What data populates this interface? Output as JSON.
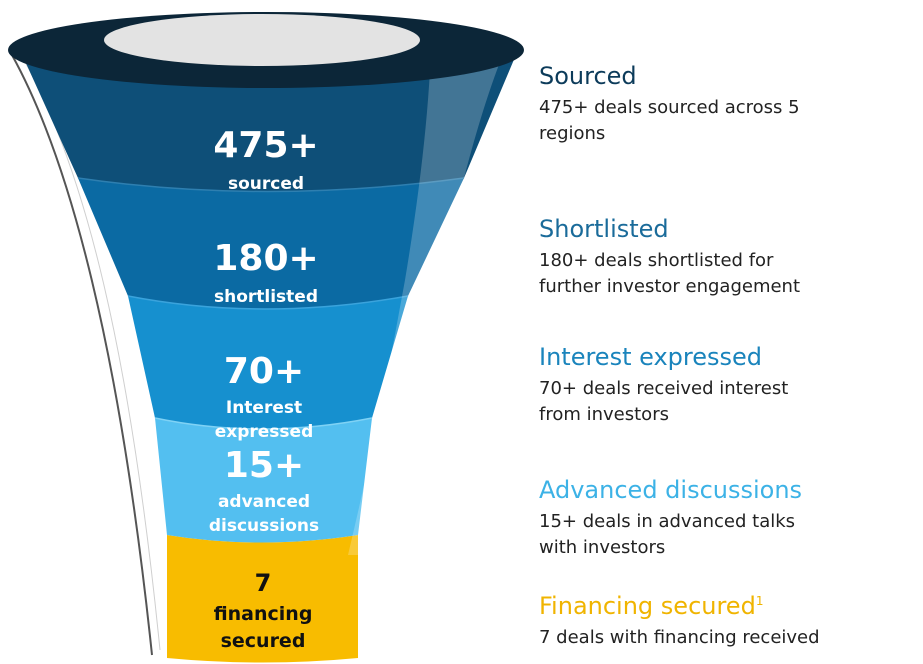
{
  "colors": {
    "rim": "#0c2638",
    "stage1": "#0e4f78",
    "stage2": "#0b6aa3",
    "stage3": "#1690cf",
    "stage4": "#53bff0",
    "stage5": "#f8bc00",
    "title2": "#1a6b9a",
    "title3": "#1a84bc",
    "title4": "#3cb2e6",
    "title5": "#f0b400"
  },
  "funnel": {
    "stages": [
      {
        "value": "475+",
        "label1": "sourced",
        "label2": ""
      },
      {
        "value": "180+",
        "label1": "shortlisted",
        "label2": ""
      },
      {
        "value": "70+",
        "label1": "Interest",
        "label2": "expressed"
      },
      {
        "value": "15+",
        "label1": "advanced",
        "label2": "discussions"
      },
      {
        "value": "7",
        "label1": "financing",
        "label2": "secured"
      }
    ]
  },
  "descriptions": [
    {
      "title": "Sourced",
      "line1": "475+ deals sourced across 5",
      "line2": "regions"
    },
    {
      "title": "Shortlisted",
      "line1": "180+ deals shortlisted for",
      "line2": "further investor engagement"
    },
    {
      "title": "Interest expressed",
      "line1": "70+ deals received interest",
      "line2": "from investors"
    },
    {
      "title": "Advanced discussions",
      "line1": "15+ deals in advanced talks",
      "line2": "with investors"
    },
    {
      "title": "Financing secured",
      "footnote": "1",
      "line1": "7 deals with financing received",
      "line2": ""
    }
  ]
}
